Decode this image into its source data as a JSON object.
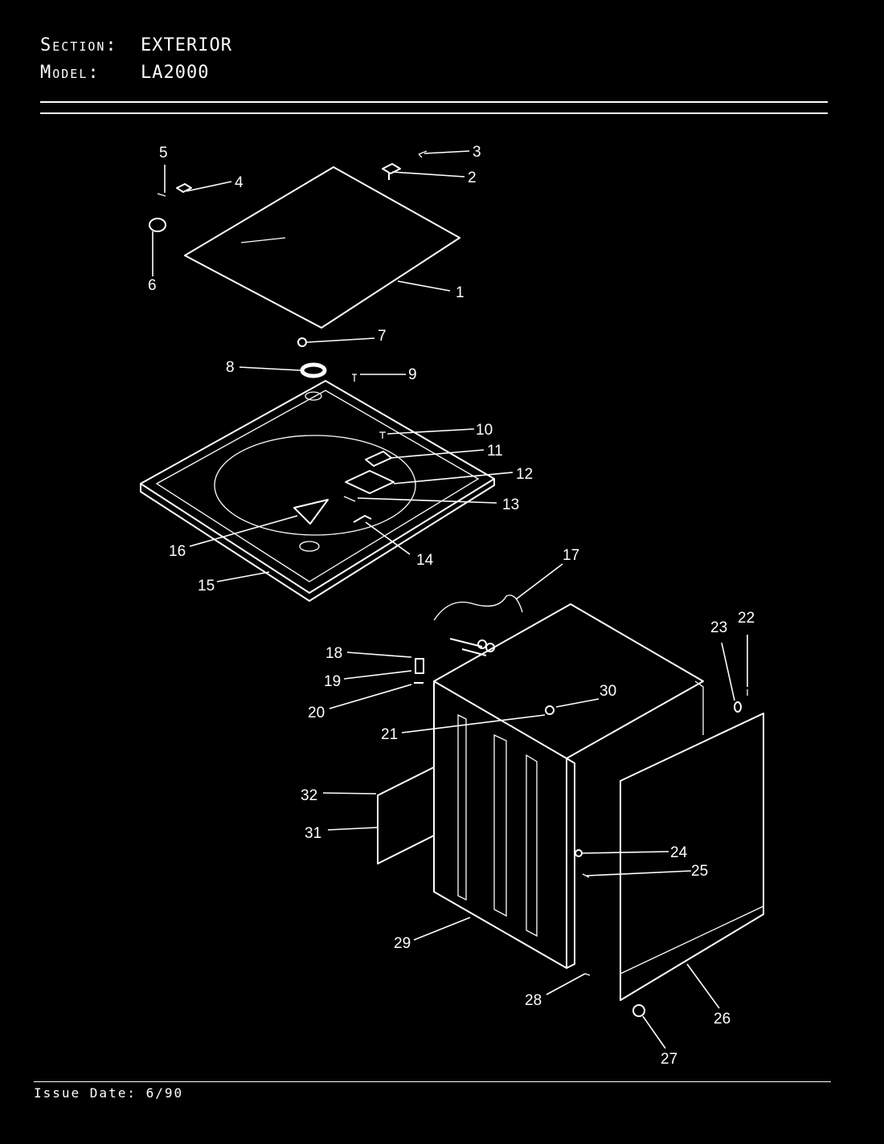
{
  "header": {
    "section_key": "Section:",
    "section_value": "EXTERIOR",
    "model_key": "Model:",
    "model_value": "LA2000"
  },
  "footer": {
    "issue_date": "Issue Date: 6/90"
  },
  "callouts": [
    "1",
    "2",
    "3",
    "4",
    "5",
    "6",
    "7",
    "8",
    "9",
    "10",
    "11",
    "12",
    "13",
    "14",
    "15",
    "16",
    "17",
    "18",
    "19",
    "20",
    "21",
    "22",
    "23",
    "24",
    "25",
    "26",
    "27",
    "28",
    "29",
    "30",
    "31",
    "32"
  ]
}
